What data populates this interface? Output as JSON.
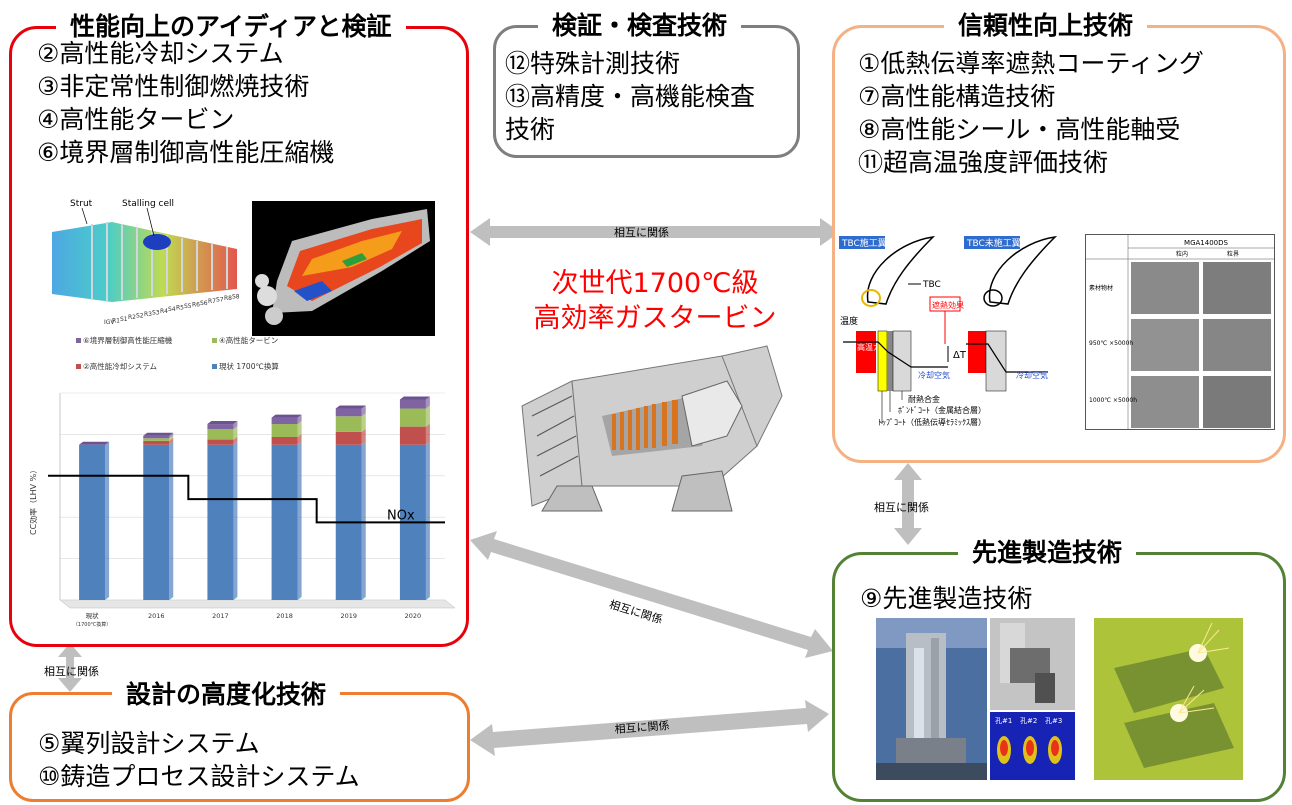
{
  "boxes": {
    "performance": {
      "title": "性能向上のアイディアと検証",
      "items": [
        "②高性能冷却システム",
        "③非定常性制御燃焼技術",
        "④高性能タービン",
        "⑥境界層制御高性能圧縮機"
      ],
      "border_color": "#e8000b"
    },
    "inspection": {
      "title": "検証・検査技術",
      "items": [
        "⑫特殊計測技術",
        "⑬高精度・高機能検査",
        "技術"
      ],
      "border_color": "#7f7f7f"
    },
    "reliability": {
      "title": "信頼性向上技術",
      "items": [
        "①低熱伝導率遮熱コーティング",
        "⑦高性能構造技術",
        "⑧高性能シール・高性能軸受",
        "⑪超高温強度評価技術"
      ],
      "border_color": "#f4b183"
    },
    "manufacturing": {
      "title": "先進製造技術",
      "items": [
        "⑨先進製造技術"
      ],
      "border_color": "#548235"
    },
    "design": {
      "title": "設計の高度化技術",
      "items": [
        "⑤翼列設計システム",
        "⑩鋳造プロセス設計システム"
      ],
      "border_color": "#ed7d31"
    }
  },
  "center": {
    "title_line1": "次世代1700℃級",
    "title_line2": "高効率ガスタービン",
    "title_color": "#ff0000"
  },
  "arrows": {
    "label": "相互に関係"
  },
  "compressor": {
    "strut_label": "Strut",
    "stall_label": "Stalling cell",
    "stage_labels": [
      "IGV",
      "R1",
      "S1",
      "R2",
      "S2",
      "R3",
      "S3",
      "R4",
      "S4",
      "R5",
      "S5",
      "R6",
      "S6",
      "R7",
      "S7",
      "R8",
      "S8"
    ]
  },
  "chart_data": {
    "type": "bar",
    "categories": [
      "現状\n（1700℃換算）",
      "2016",
      "2017",
      "2018",
      "2019",
      "2020"
    ],
    "ylabel": "CC効率（LHV %）",
    "legend": [
      "⑥境界層制御高性能圧縮機",
      "④高性能タービン",
      "②高性能冷却システム",
      "現状 1700℃換算"
    ],
    "series": [
      {
        "name": "現状 1700℃換算",
        "color": "#4f81bd",
        "values": [
          60,
          60,
          60,
          60,
          60,
          60
        ]
      },
      {
        "name": "②高性能冷却システム",
        "color": "#c0504d",
        "values": [
          0,
          1.5,
          2,
          3,
          5,
          7
        ]
      },
      {
        "name": "④高性能タービン",
        "color": "#9bbb59",
        "values": [
          0,
          1,
          4,
          5,
          6,
          7
        ]
      },
      {
        "name": "⑥境界層制御高性能圧縮機",
        "color": "#8064a2",
        "values": [
          0,
          1,
          2,
          2.5,
          3,
          3.5
        ]
      }
    ],
    "nox_label": "NOx",
    "nox_levels": [
      48,
      48,
      39,
      39,
      30,
      30
    ],
    "ylim": [
      0,
      80
    ]
  },
  "tbc": {
    "applied_label": "TBC施工翼",
    "unapplied_label": "TBC未施工翼",
    "tbc_label": "TBC",
    "temp_label": "温度",
    "effect_label": "遮熱効果",
    "dt_label": "ΔT",
    "hot_gas": "高温ガス",
    "cooling_air": "冷却空気",
    "layers": [
      "耐熱合金",
      "ﾎﾞﾝﾄﾞｺｰﾄ（金属結合層）",
      "ﾄｯﾌﾟｺｰﾄ（低熱伝導ｾﾗﾐｯｸｽ層）"
    ]
  },
  "micro": {
    "header": "MGA1400DS",
    "col1": "粒内",
    "col2": "粒界",
    "rows": [
      "素材物材",
      "950℃\n×5000h",
      "1000℃\n×5000h"
    ]
  },
  "mfg": {
    "hole_labels": [
      "孔#1",
      "孔#2",
      "孔#3"
    ]
  }
}
